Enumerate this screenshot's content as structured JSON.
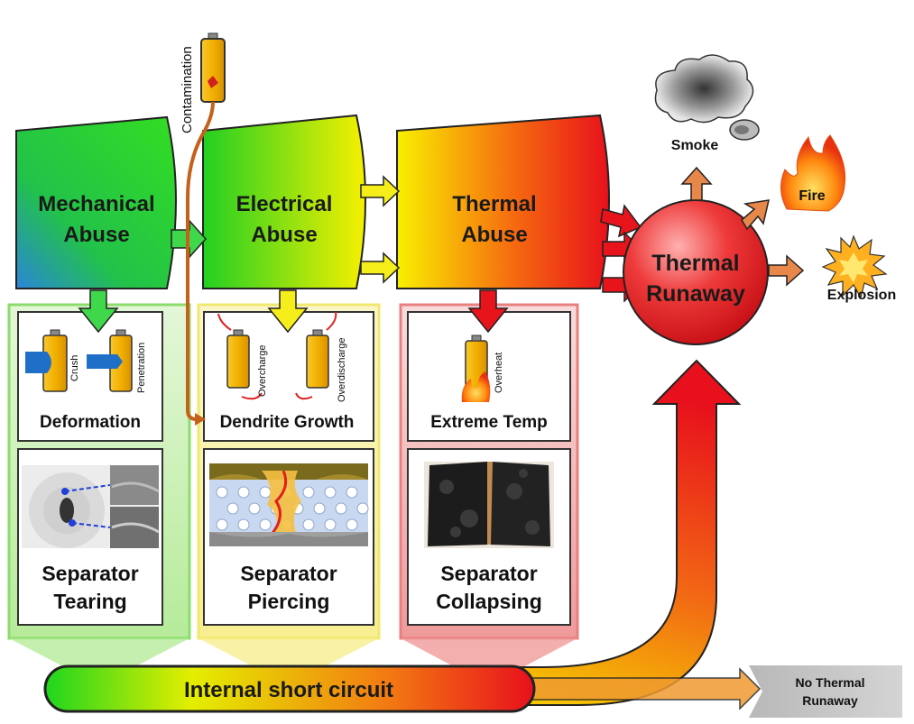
{
  "contamination": "Contamination",
  "abuse": {
    "mechanical": [
      "Mechanical",
      "Abuse"
    ],
    "electrical": [
      "Electrical",
      "Abuse"
    ],
    "thermal": [
      "Thermal",
      "Abuse"
    ]
  },
  "runaway": [
    "Thermal",
    "Runaway"
  ],
  "outcomes": {
    "smoke": "Smoke",
    "fire": "Fire",
    "explosion": "Explosion"
  },
  "panels": {
    "mechanical": {
      "trigger": "Deformation",
      "labels": [
        "Crush",
        "Penetration"
      ],
      "failure": [
        "Separator",
        "Tearing"
      ]
    },
    "electrical": {
      "trigger": "Dendrite Growth",
      "labels": [
        "Overcharge",
        "Overdischarge"
      ],
      "failure": [
        "Separator",
        "Piercing"
      ]
    },
    "thermal": {
      "trigger": "Extreme Temp",
      "labels": [
        "Overheat"
      ],
      "failure": [
        "Separator",
        "Collapsing"
      ]
    }
  },
  "isc": "Internal short circuit",
  "no_runaway": [
    "No Thermal",
    "Runaway"
  ],
  "colors": {
    "green": "#22c422",
    "yellow": "#f5e000",
    "red": "#e8141c",
    "orange": "#e8874a",
    "battery": "#f0b400"
  }
}
